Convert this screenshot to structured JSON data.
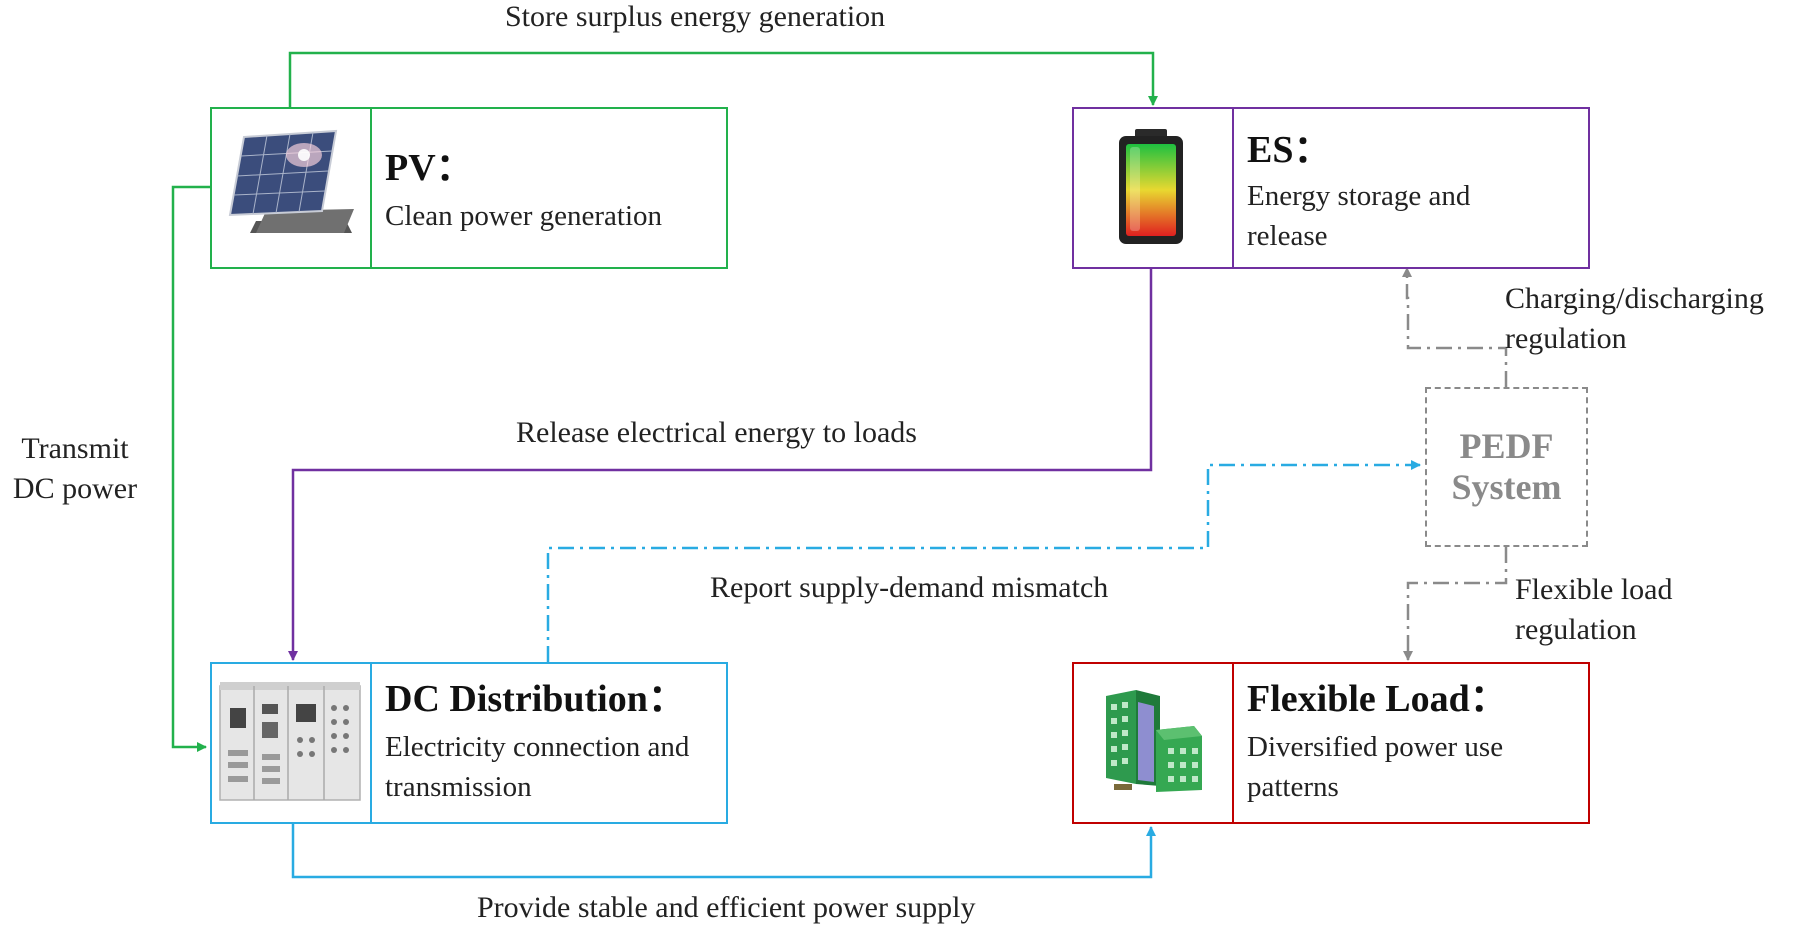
{
  "colors": {
    "pv": "#22b14c",
    "es": "#7030a0",
    "dc": "#29abe2",
    "load": "#c00000",
    "pedf": "#8a8a8a"
  },
  "nodes": {
    "pv": {
      "title": "PV：",
      "desc": "Clean power generation",
      "icon": "solar-panel-icon"
    },
    "es": {
      "title": "ES：",
      "desc": "Energy storage and release",
      "icon": "battery-icon"
    },
    "dc": {
      "title": "DC Distribution：",
      "desc": "Electricity connection and transmission",
      "icon": "switchgear-cabinet-icon"
    },
    "load": {
      "title": "Flexible Load：",
      "desc": "Diversified power use patterns",
      "icon": "building-icon"
    },
    "pedf": {
      "label": "PEDF System"
    }
  },
  "edges": {
    "store": "Store surplus energy generation",
    "transmit": "Transmit DC power",
    "release": "Release electrical energy to loads",
    "charging": "Charging/discharging regulation",
    "report": "Report supply-demand mismatch",
    "flexible": "Flexible load regulation",
    "provide": "Provide stable and efficient power supply"
  }
}
